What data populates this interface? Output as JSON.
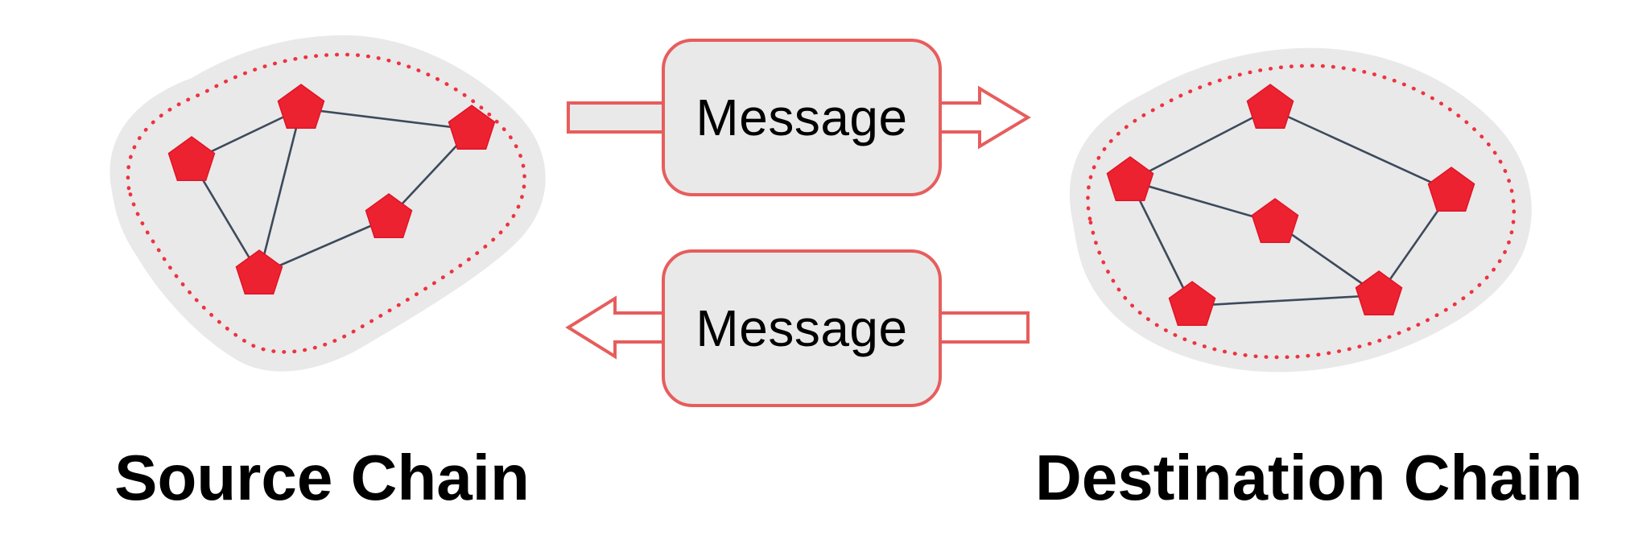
{
  "labels": {
    "source_chain": "Source Chain",
    "destination_chain": "Destination Chain"
  },
  "messages": {
    "forward": {
      "label": "Message",
      "direction": "right-to-destination"
    },
    "backward": {
      "label": "Message",
      "direction": "left-to-source"
    }
  },
  "networks": {
    "source": {
      "node_count": 5,
      "node_shape": "pentagon"
    },
    "destination": {
      "node_count": 6,
      "node_shape": "pentagon"
    }
  },
  "colors": {
    "background": "#FFFFFF",
    "node_red": "#ED2231",
    "node_red_edge": "#E01426",
    "coral": "#E75D5D",
    "dot_red": "#EE3340",
    "edge_line": "#3D4A5C",
    "blob_gray": "#E9E9E9",
    "box_gray": "#E9E9E9",
    "text_black": "#000000"
  }
}
